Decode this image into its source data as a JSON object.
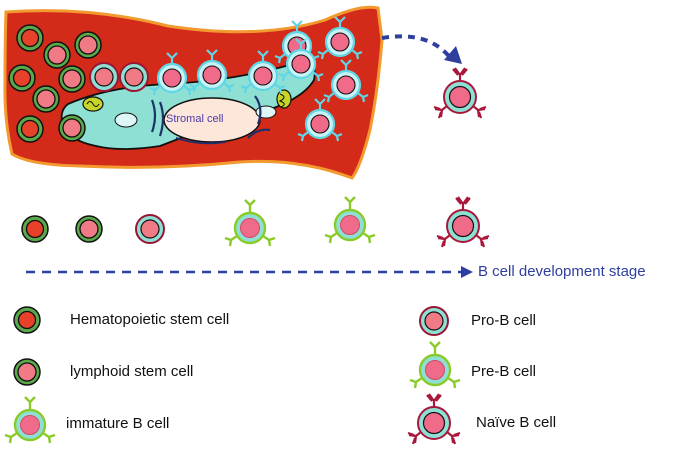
{
  "bone_marrow": {
    "stromal_label": "Stromal cell"
  },
  "axis": {
    "label": "B cell development stage"
  },
  "legend": {
    "hematopoietic": "Hematopoietic stem cell",
    "lymphoid": "lymphoid stem cell",
    "immature_b": "immature B cell",
    "pro_b": "Pro-B cell",
    "pre_b": "Pre-B cell",
    "naive_b": "Naïve B cell"
  },
  "colors": {
    "marrow_fill": "#d42a1a",
    "marrow_border": "#f29a2e",
    "stromal_fill": "#8fe0d4",
    "cell_green_ring": "#5aa94a",
    "cell_pink": "#f07a86",
    "cell_red_core": "#e8412a",
    "cell_cyan": "#8fe0d4",
    "receptor_green": "#8acb2a",
    "receptor_crimson": "#a8183a",
    "arrow_blue": "#2f3f9e"
  }
}
